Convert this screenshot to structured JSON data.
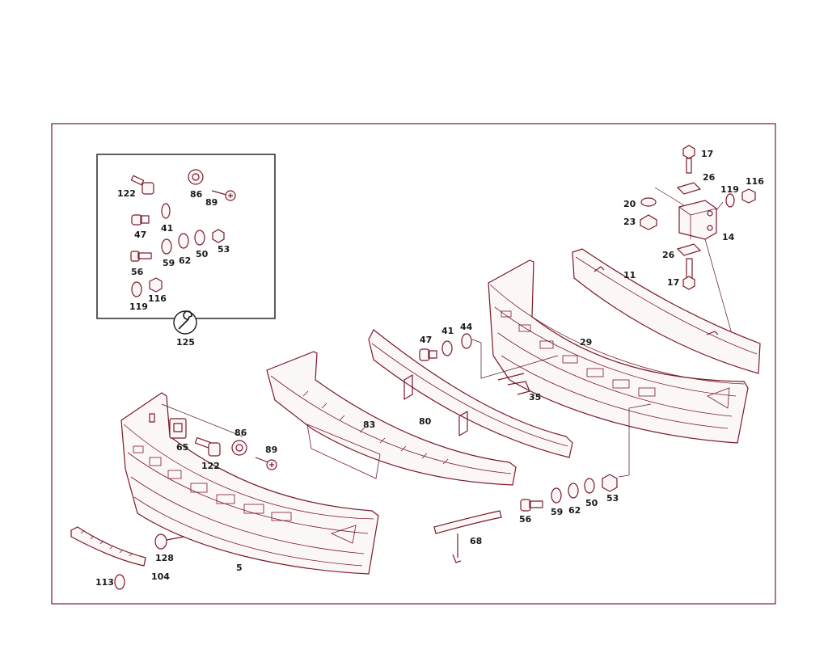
{
  "diagram": {
    "frame_color": "#7a1a2a",
    "label_color": "#1a1a1a",
    "labels": {
      "l122a": "122",
      "l86a": "86",
      "l89a": "89",
      "l47a": "47",
      "l41a": "41",
      "l56a": "56",
      "l59a": "59",
      "l62a": "62",
      "l50a": "50",
      "l53a": "53",
      "l119a": "119",
      "l116a": "116",
      "l125": "125",
      "l17a": "17",
      "l26a": "26",
      "l119b": "119",
      "l116b": "116",
      "l20": "20",
      "l23": "23",
      "l14": "14",
      "l26b": "26",
      "l17b": "17",
      "l11": "11",
      "l29": "29",
      "l47b": "47",
      "l41b": "41",
      "l44": "44",
      "l35": "35",
      "l83": "83",
      "l80": "80",
      "l86b": "86",
      "l89b": "89",
      "l65": "65",
      "l122b": "122",
      "l56b": "56",
      "l59b": "59",
      "l62b": "62",
      "l50b": "50",
      "l53b": "53",
      "l68": "68",
      "l128": "128",
      "l104": "104",
      "l113": "113",
      "l5": "5"
    }
  }
}
